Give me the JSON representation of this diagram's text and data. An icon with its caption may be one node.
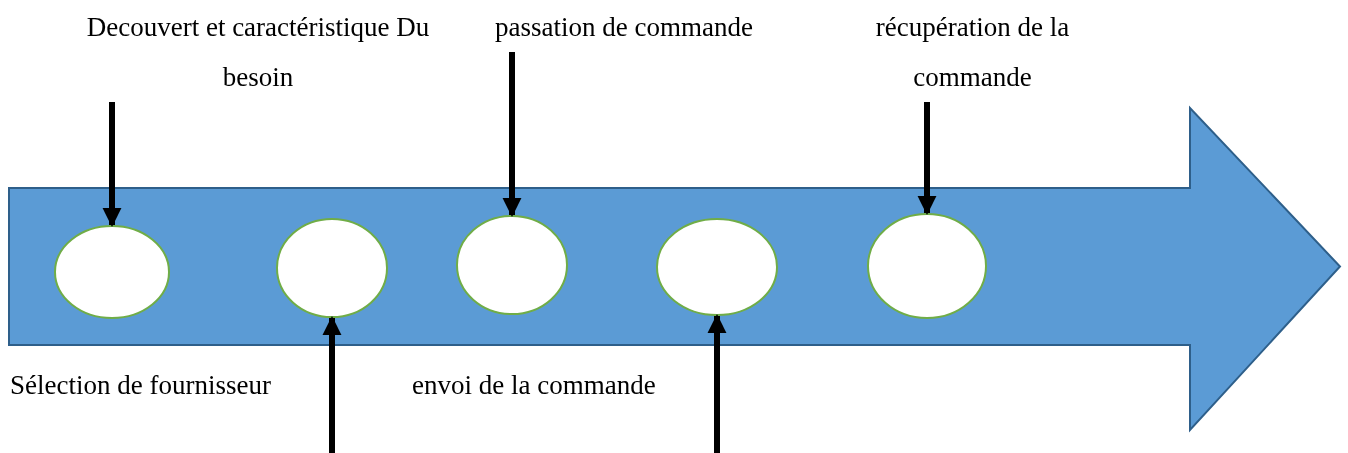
{
  "diagram": {
    "nodes": [
      {
        "text": [
          "Decouvert et caractéristique Du besoin"
        ]
      },
      {
        "text": [
          "passation de commande"
        ]
      },
      {
        "text": [
          "récupération de la commande"
        ]
      },
      {
        "text": [],
        "shape": "arrow"
      },
      {
        "text": [],
        "shape": "circle",
        "in": 3
      },
      {
        "text": [],
        "shape": "circle",
        "in": 3
      },
      {
        "text": [],
        "shape": "circle",
        "in": 3
      },
      {
        "text": [],
        "shape": "circle",
        "in": 3
      },
      {
        "text": [],
        "shape": "circle",
        "in": 3
      }
    ],
    "edges": [
      {
        "from": 0,
        "to": 4,
        "arrow": "to"
      },
      {
        "from": null,
        "to": 5,
        "arrow": "to"
      },
      {
        "from": 1,
        "to": 6,
        "arrow": "to"
      },
      {
        "from": null,
        "to": 7,
        "arrow": "to"
      },
      {
        "from": 2,
        "to": 8,
        "arrow": "to"
      }
    ],
    "labels": [
      "Sélection de fournisseur",
      "envoi de la commande"
    ]
  }
}
